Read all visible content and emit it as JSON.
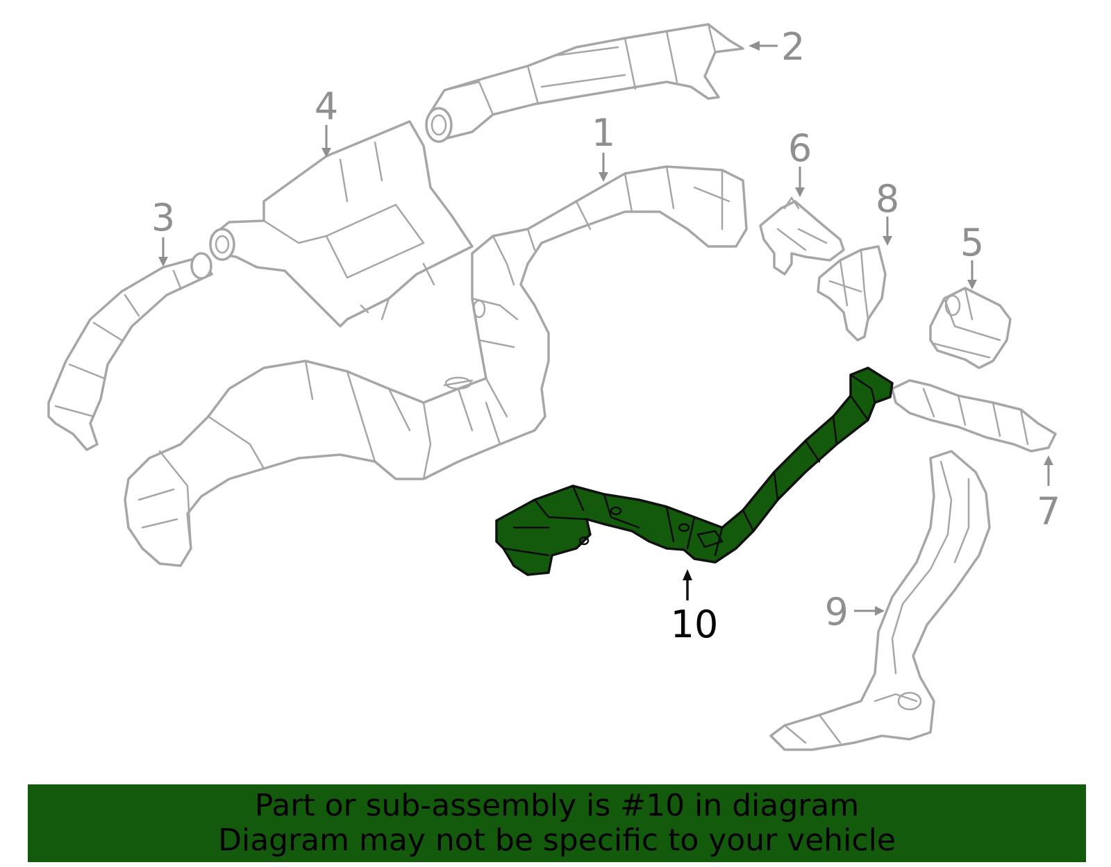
{
  "callouts": {
    "c1": "1",
    "c2": "2",
    "c3": "3",
    "c4": "4",
    "c5": "5",
    "c6": "6",
    "c7": "7",
    "c8": "8",
    "c9": "9",
    "c10": "10"
  },
  "highlighted_part": "10",
  "colors": {
    "highlight": "#145a0c",
    "outline": "#a6a6a6",
    "banner": "#145a0c"
  },
  "banner": {
    "line1": "Part or sub-assembly is #10 in diagram",
    "line2": "Diagram may not be specific to your vehicle"
  }
}
